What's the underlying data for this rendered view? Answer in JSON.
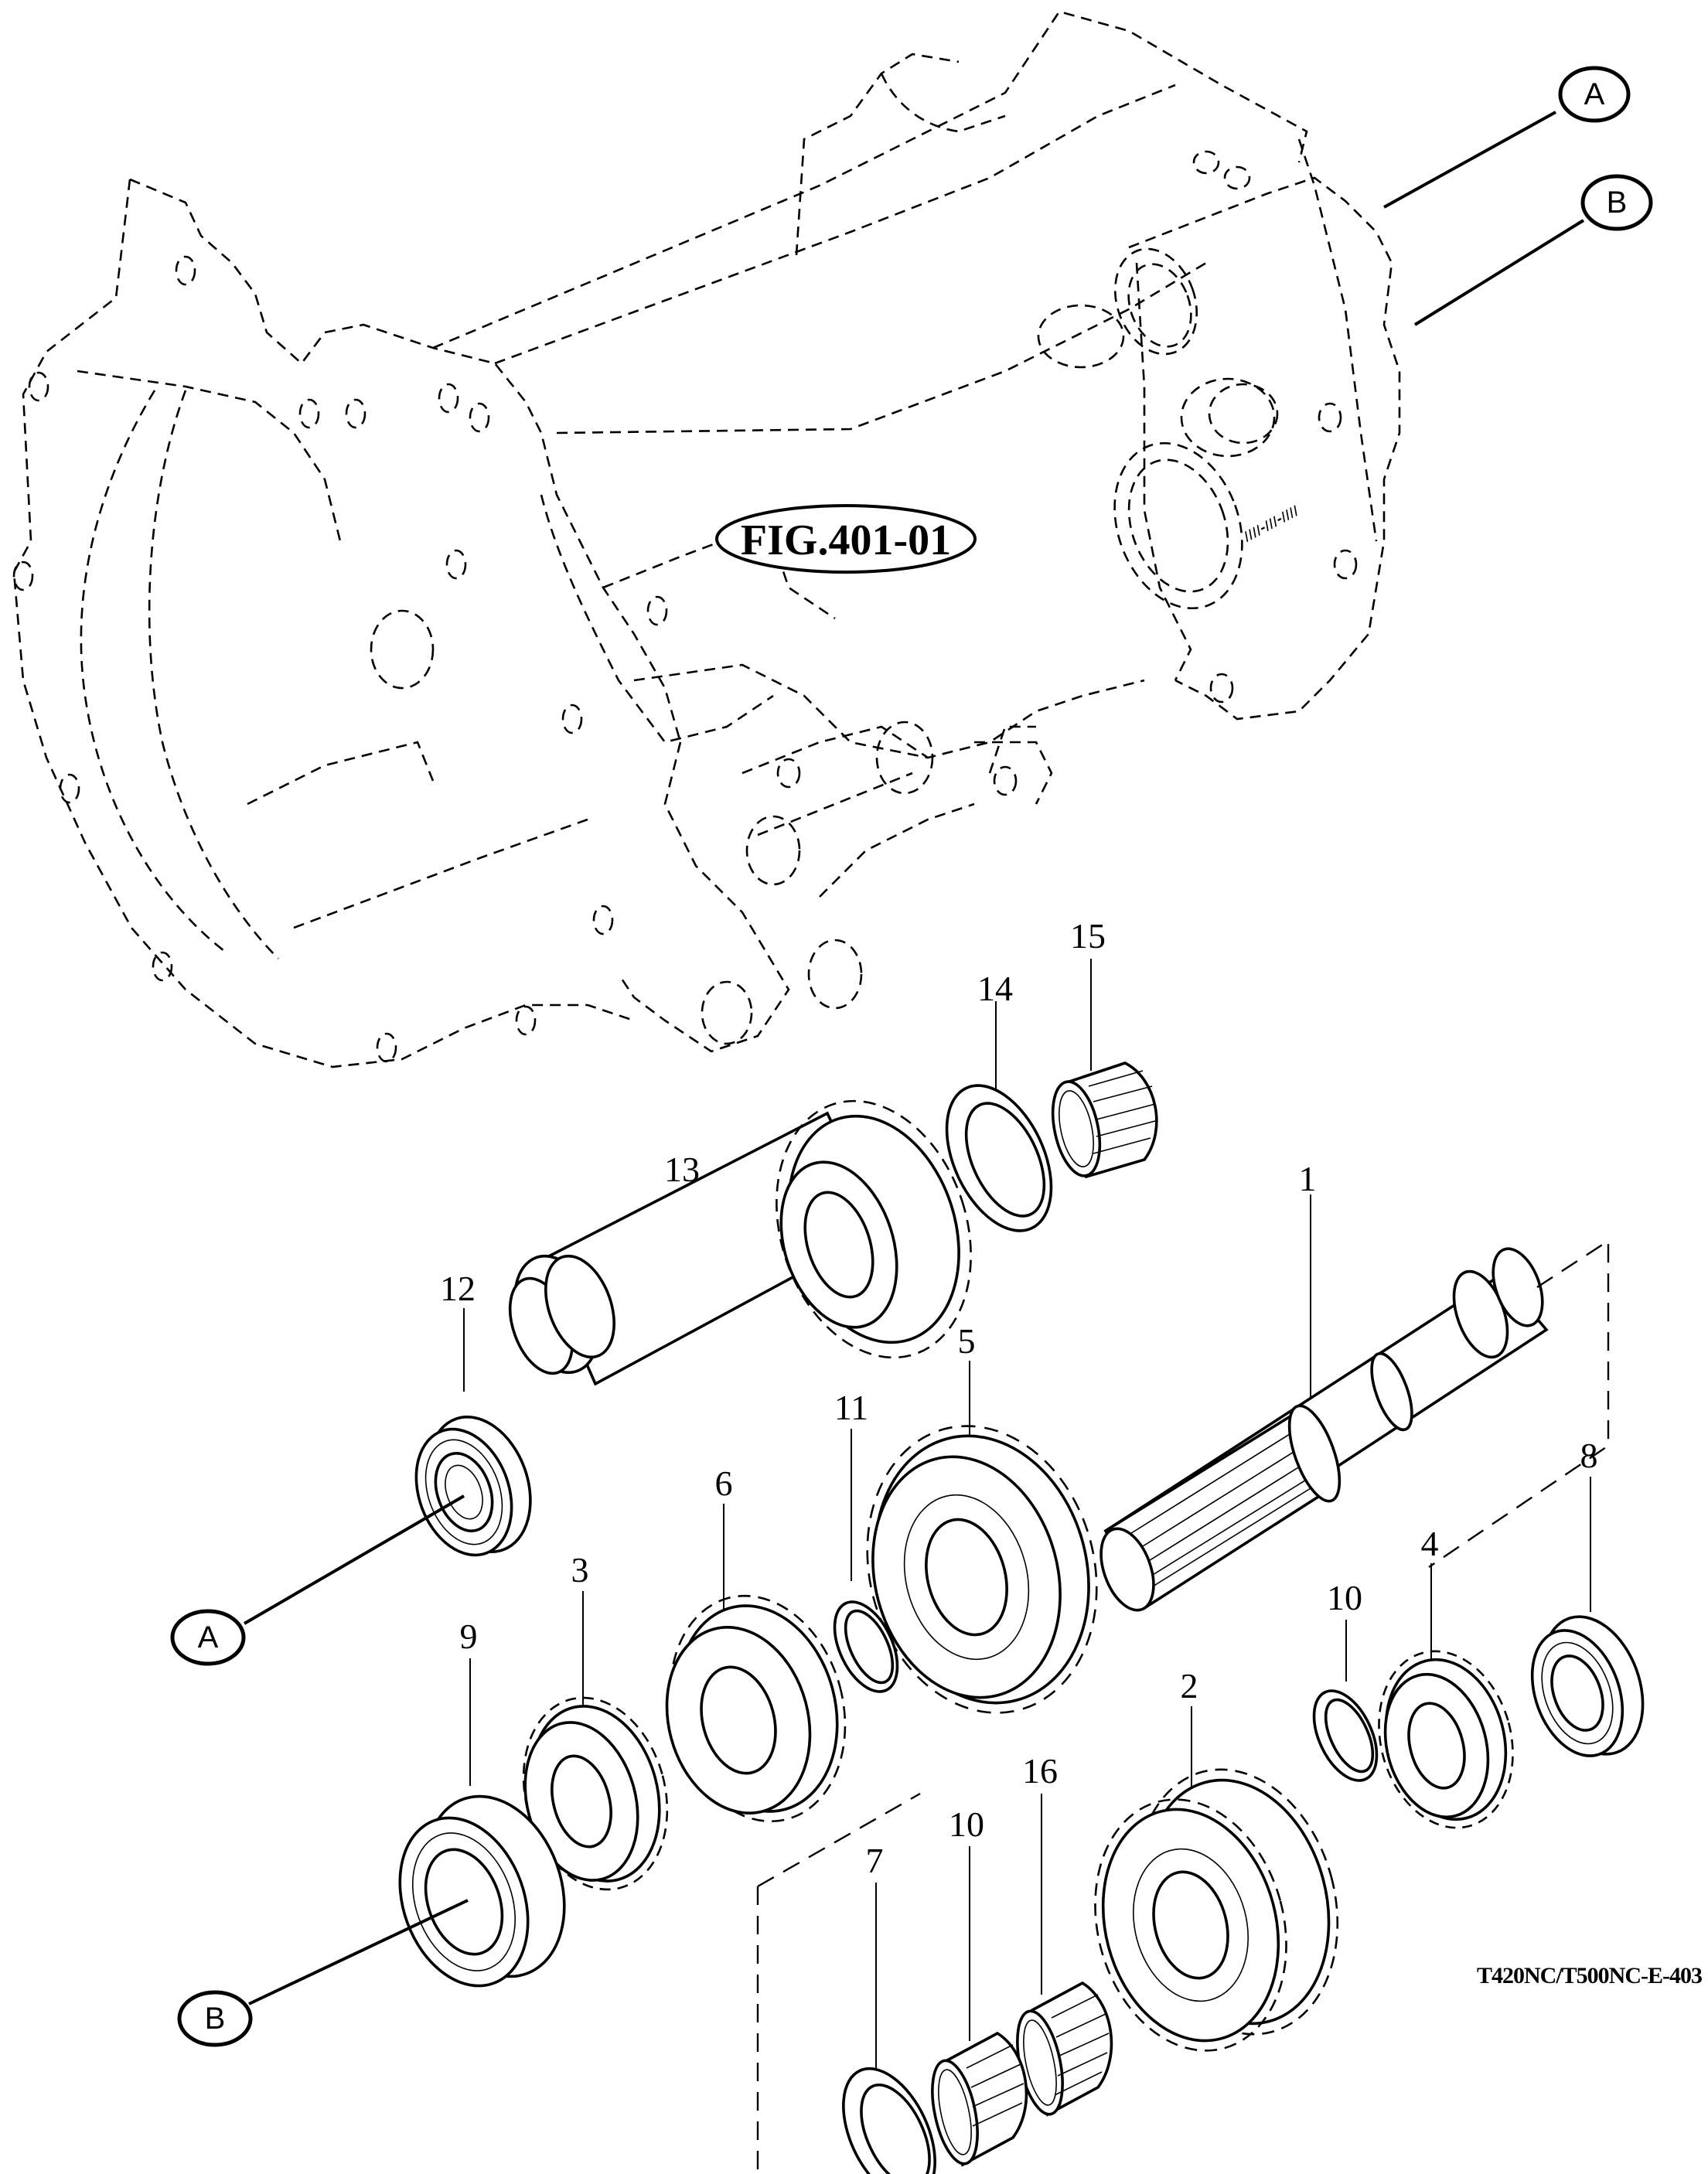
{
  "figure": {
    "reference_label": "FIG.401-01",
    "drawing_code": "T420NC/T500NC-E-403",
    "housing_stamp": "////-///-////"
  },
  "callouts": {
    "top_a": "A",
    "top_b": "B",
    "bottom_a": "A",
    "bottom_b": "B"
  },
  "parts": [
    {
      "id": "part-1",
      "number": "1",
      "kind": "main shaft"
    },
    {
      "id": "part-2",
      "number": "2",
      "kind": "double gear"
    },
    {
      "id": "part-3",
      "number": "3",
      "kind": "gear"
    },
    {
      "id": "part-4",
      "number": "4",
      "kind": "gear"
    },
    {
      "id": "part-5",
      "number": "5",
      "kind": "gear"
    },
    {
      "id": "part-6",
      "number": "6",
      "kind": "gear"
    },
    {
      "id": "part-7",
      "number": "7",
      "kind": "thrust washer"
    },
    {
      "id": "part-8",
      "number": "8",
      "kind": "ball bearing"
    },
    {
      "id": "part-9",
      "number": "9",
      "kind": "ball bearing"
    },
    {
      "id": "part-10a",
      "number": "10",
      "kind": "needle bearing"
    },
    {
      "id": "part-10b",
      "number": "10",
      "kind": "needle bearing"
    },
    {
      "id": "part-11",
      "number": "11",
      "kind": "snap ring"
    },
    {
      "id": "part-12",
      "number": "12",
      "kind": "snap ring"
    },
    {
      "id": "part-13",
      "number": "13",
      "kind": "ball bearing"
    },
    {
      "id": "part-14",
      "number": "14",
      "kind": "counter shaft gear"
    },
    {
      "id": "part-15",
      "number": "15",
      "kind": "thrust washer"
    },
    {
      "id": "part-16",
      "number": "16",
      "kind": "needle bearing"
    }
  ]
}
